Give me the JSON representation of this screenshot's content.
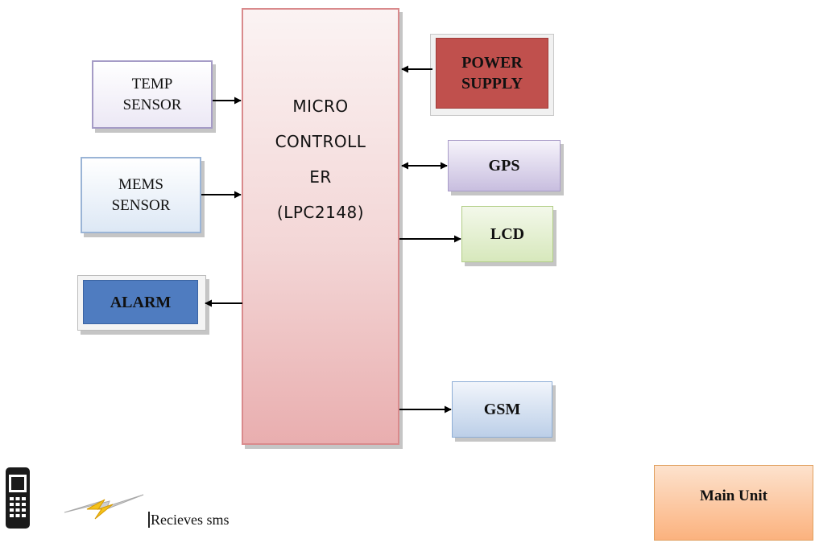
{
  "blocks": {
    "mcu": {
      "line1": "MICRO",
      "line2": "CONTROLL",
      "line3": "ER",
      "line4": "(LPC2148)"
    },
    "temp_sensor": {
      "line1": "TEMP",
      "line2": "SENSOR"
    },
    "mems_sensor": {
      "line1": "MEMS",
      "line2": "SENSOR"
    },
    "alarm": "ALARM",
    "power_supply": {
      "line1": "POWER",
      "line2": "SUPPLY"
    },
    "gps": "GPS",
    "lcd": "LCD",
    "gsm": "GSM"
  },
  "legend": {
    "sms_text": "Recieves sms",
    "main_unit": "Main Unit"
  },
  "colors": {
    "mcu_border": "#d98a8c",
    "power_fill": "#c0504d",
    "alarm_fill": "#4f7cc0",
    "lcd_fill": "#d7e8bc",
    "gps_fill": "#c8bedf",
    "gsm_fill": "#bccfe8",
    "main_unit_fill": "#fbb27e"
  },
  "icons": [
    "mobile-phone-icon",
    "lightning-bolt-icon",
    "arrow-icon"
  ]
}
